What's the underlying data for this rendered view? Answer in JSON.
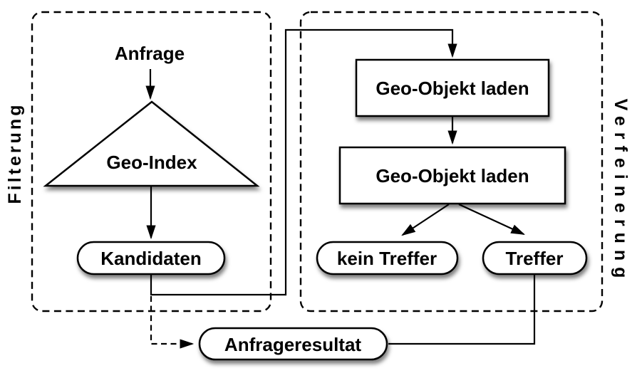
{
  "meta": {
    "type": "flowchart",
    "language": "de"
  },
  "colors": {
    "background": "#ffffff",
    "stroke": "#000000",
    "node_fill": "#ffffff",
    "shadow": "rgba(0,0,0,0.5)"
  },
  "phases": {
    "filterung": {
      "label": "Filterung",
      "side": "left"
    },
    "verfeinerung": {
      "label": "Verfeinerung",
      "side": "right"
    }
  },
  "nodes": {
    "anfrage": {
      "label": "Anfrage",
      "shape": "plain-text"
    },
    "geo_index": {
      "label": "Geo-Index",
      "shape": "triangle"
    },
    "kandidaten": {
      "label": "Kandidaten",
      "shape": "pill"
    },
    "geo_objekt_laden_1": {
      "label": "Geo-Objekt laden",
      "shape": "rect"
    },
    "geo_objekt_laden_2": {
      "label": "Geo-Objekt laden",
      "shape": "rect"
    },
    "kein_treffer": {
      "label": "kein Treffer",
      "shape": "pill"
    },
    "treffer": {
      "label": "Treffer",
      "shape": "pill"
    },
    "anfrageresultat": {
      "label": "Anfrageresultat",
      "shape": "pill"
    }
  },
  "edges": [
    {
      "from": "anfrage",
      "to": "geo_index",
      "style": "solid-arrow"
    },
    {
      "from": "geo_index",
      "to": "kandidaten",
      "style": "solid-arrow"
    },
    {
      "from": "kandidaten",
      "to": "geo_objekt_laden_1",
      "style": "solid-arrow"
    },
    {
      "from": "geo_objekt_laden_1",
      "to": "geo_objekt_laden_2",
      "style": "solid-arrow"
    },
    {
      "from": "geo_objekt_laden_2",
      "to": "kein_treffer",
      "style": "solid-arrow"
    },
    {
      "from": "geo_objekt_laden_2",
      "to": "treffer",
      "style": "solid-arrow"
    },
    {
      "from": "kandidaten",
      "to": "anfrageresultat",
      "style": "dashed-arrow"
    },
    {
      "from": "treffer",
      "to": "anfrageresultat",
      "style": "solid-line"
    }
  ]
}
